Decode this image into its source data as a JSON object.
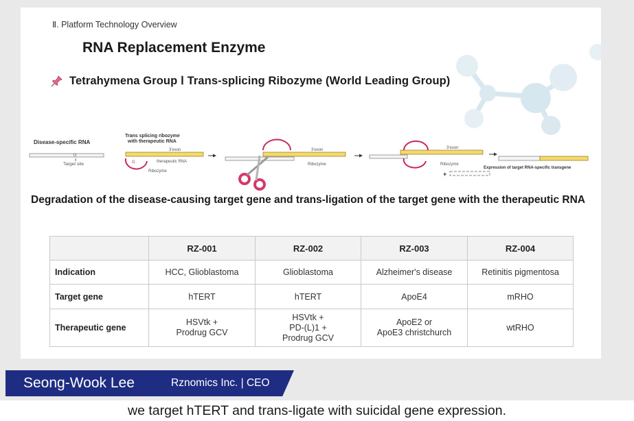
{
  "slide": {
    "section_label": "Ⅱ. Platform Technology Overview",
    "title": "RNA Replacement Enzyme",
    "subtitle": "Tetrahymena Group Ⅰ Trans-splicing Ribozyme (World Leading Group)",
    "subtitle_icon": "pushpin-icon",
    "accent_color": "#c8285a",
    "caption": "Degradation of the disease-causing target gene and trans-ligation of the target gene with the therapeutic RNA"
  },
  "diagram": {
    "disease_rna_label": "Disease-specific RNA",
    "target_site_label": "Target site",
    "ribozyme_header": "Trans splicing ribozyme",
    "ribozyme_header2": "with therapeutic RNA",
    "exon_label": "3'exon",
    "therapeutic_rna_label": "therapeutic RNA",
    "ribozyme_label": "Ribozyme",
    "u_label": "U",
    "g_label": "G",
    "expression_label": "Expression of target RNA-specific transgene",
    "plus_label": "+"
  },
  "table": {
    "headers": [
      "",
      "RZ-001",
      "RZ-002",
      "RZ-003",
      "RZ-004"
    ],
    "rows": [
      {
        "label": "Indication",
        "cells": [
          "HCC, Glioblastoma",
          "Glioblastoma",
          "Alzheimer's disease",
          "Retinitis pigmentosa"
        ]
      },
      {
        "label": "Target gene",
        "cells": [
          "hTERT",
          "hTERT",
          "ApoE4",
          "mRHO"
        ]
      },
      {
        "label": "Therapeutic gene",
        "cells": [
          "HSVtk +\nProdrug GCV",
          "HSVtk +\nPD-(L)1 +\nProdrug GCV",
          "ApoE2 or\nApoE3 christchurch",
          "wtRHO"
        ]
      }
    ]
  },
  "lower_third": {
    "speaker": "Seong-Wook Lee",
    "affiliation": "Rznomics Inc. | CEO",
    "bar_color": "#1e2d82"
  },
  "closed_caption": "we target hTERT and trans-ligate with suicidal gene expression."
}
